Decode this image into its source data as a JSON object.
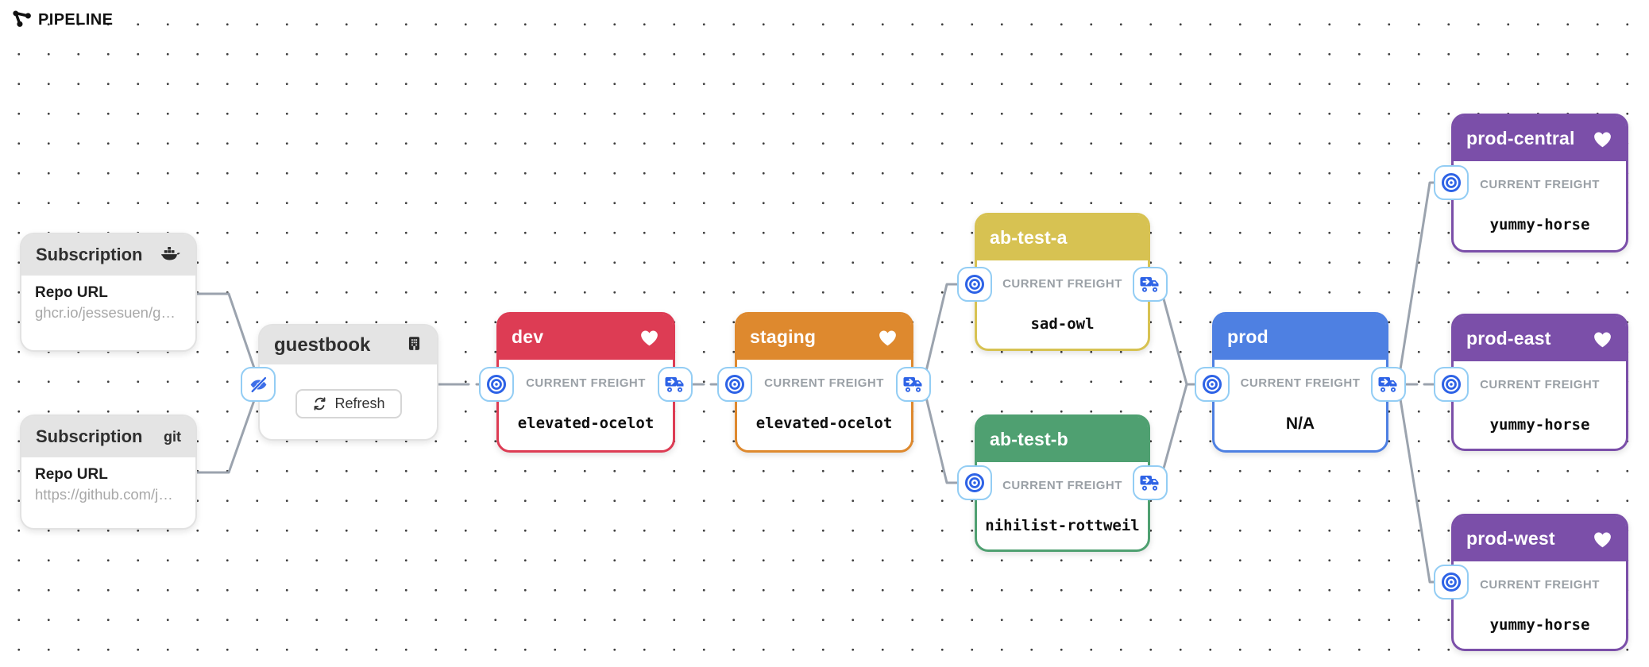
{
  "header": {
    "title": "PIPELINE"
  },
  "labels": {
    "current_freight": "CURRENT FREIGHT"
  },
  "subscriptions": [
    {
      "title": "Subscription",
      "icon": "docker-icon",
      "field_label": "Repo URL",
      "value": "ghcr.io/jessesuen/g…"
    },
    {
      "title": "Subscription",
      "icon": "git-label",
      "icon_text": "git",
      "field_label": "Repo URL",
      "value": "https://github.com/j…"
    }
  ],
  "warehouse": {
    "title": "guestbook",
    "refresh_label": "Refresh"
  },
  "stages": [
    {
      "title": "dev",
      "accent": "#dd3c54",
      "favorite": true,
      "freight": "elevated-ocelot"
    },
    {
      "title": "staging",
      "accent": "#de892e",
      "favorite": true,
      "freight": "elevated-ocelot"
    },
    {
      "title": "ab-test-a",
      "accent": "#d7c252",
      "favorite": false,
      "freight": "sad-owl"
    },
    {
      "title": "ab-test-b",
      "accent": "#4fa071",
      "favorite": false,
      "freight": "nihilist-rottweil"
    },
    {
      "title": "prod",
      "accent": "#4e80e2",
      "favorite": false,
      "freight": "N/A"
    },
    {
      "title": "prod-central",
      "accent": "#7b4fa9",
      "favorite": true,
      "freight": "yummy-horse"
    },
    {
      "title": "prod-east",
      "accent": "#7b4fa9",
      "favorite": true,
      "freight": "yummy-horse"
    },
    {
      "title": "prod-west",
      "accent": "#7b4fa9",
      "favorite": true,
      "freight": "yummy-horse"
    }
  ],
  "colors": {
    "edge": "#9ba3ae",
    "badge_border": "#93cdf4",
    "icon_blue": "#2e63e6",
    "header_gray": "#e4e4e4"
  }
}
